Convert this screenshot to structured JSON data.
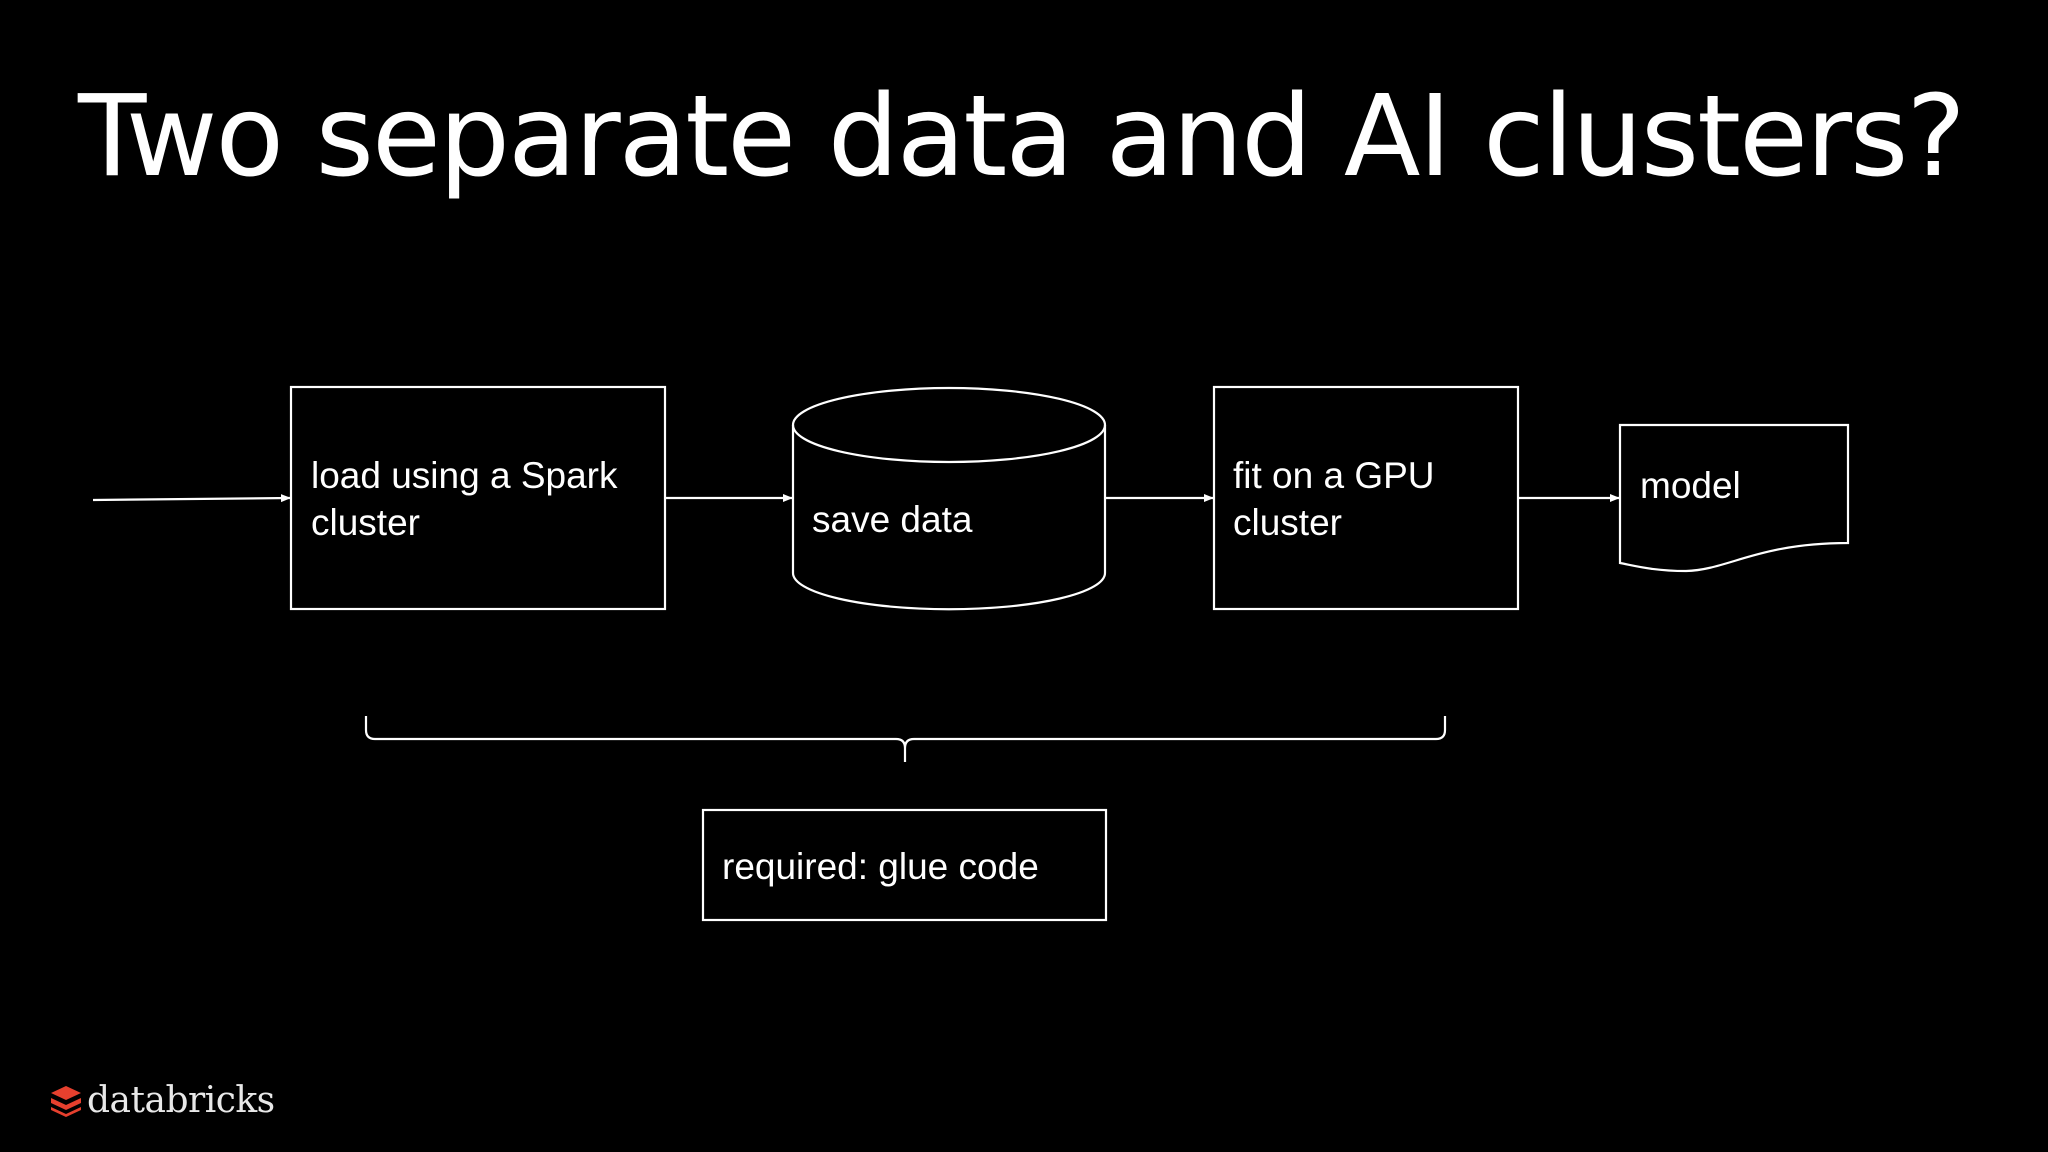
{
  "slide": {
    "title": "Two separate data and AI clusters?"
  },
  "diagram": {
    "nodes": {
      "load": {
        "line1": "load using a Spark",
        "line2": "cluster",
        "shape": "rectangle"
      },
      "save": {
        "label": "save data",
        "shape": "cylinder"
      },
      "fit": {
        "line1": "fit on a GPU",
        "line2": "cluster",
        "shape": "rectangle"
      },
      "model": {
        "label": "model",
        "shape": "document"
      },
      "glue": {
        "label": "required: glue code",
        "shape": "rectangle"
      }
    },
    "edges": [
      {
        "from": "input",
        "to": "load"
      },
      {
        "from": "load",
        "to": "save"
      },
      {
        "from": "save",
        "to": "fit"
      },
      {
        "from": "fit",
        "to": "model"
      }
    ],
    "brace": {
      "spans": [
        "load",
        "save",
        "fit"
      ],
      "points_to": "glue"
    }
  },
  "footer": {
    "logo_text": "databricks",
    "logo_icon": "databricks-stack-icon",
    "logo_color": "#e6402e"
  },
  "colors": {
    "background": "#000000",
    "foreground": "#ffffff"
  }
}
